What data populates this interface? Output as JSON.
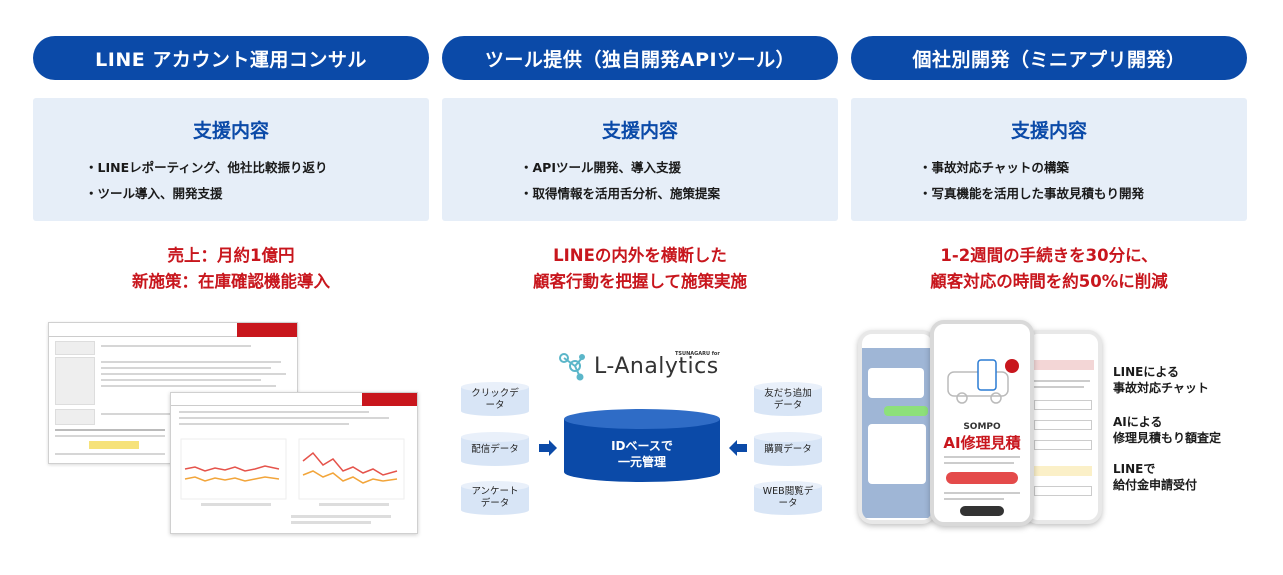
{
  "columns": [
    {
      "title": "LINE アカウント運用コンサル",
      "support_heading": "支援内容",
      "support_items": [
        "・LINEレポーティング、他社比較振り返り",
        "・ツール導入、開発支援"
      ],
      "result_lines": [
        "売上：月約1億円",
        "新施策：在庫確認機能導入"
      ]
    },
    {
      "title": "ツール提供（独自開発APIツール）",
      "support_heading": "支援内容",
      "support_items": [
        "・APIツール開発、導入支援",
        "・取得情報を活用舌分析、施策提案"
      ],
      "result_lines": [
        "LINEの内外を横断した",
        "顧客行動を把握して施策実施"
      ]
    },
    {
      "title": "個社別開発（ミニアプリ開発）",
      "support_heading": "支援内容",
      "support_items": [
        "・事故対応チャットの構築",
        "・写真機能を活用した事故見積もり開発"
      ],
      "result_lines": [
        "1-2週間の手続きを30分に、",
        "顧客対応の時間を約50%に削減"
      ]
    }
  ],
  "analytics": {
    "logo_text": "L-Analytics",
    "logo_sub": "TSUNAGARU for",
    "center": [
      "IDベースで",
      "一元管理"
    ],
    "left_sources": [
      [
        "クリックデ",
        "ータ"
      ],
      [
        "配信データ"
      ],
      [
        "アンケート",
        "データ"
      ]
    ],
    "right_sources": [
      [
        "友だち追加",
        "データ"
      ],
      [
        "購買データ"
      ],
      [
        "WEB閲覧デ",
        "ータ"
      ]
    ]
  },
  "app": {
    "brand": "SOMPO",
    "product": "AI修理見積",
    "features": [
      [
        "LINEによる",
        "事故対応チャット"
      ],
      [
        "AIによる",
        "修理見積もり額査定"
      ],
      [
        "LINEで",
        "給付金申請受付"
      ]
    ]
  },
  "colors": {
    "primary": "#0b4aa8",
    "accent_red": "#c8161d",
    "panel_bg": "#e6eef8"
  }
}
